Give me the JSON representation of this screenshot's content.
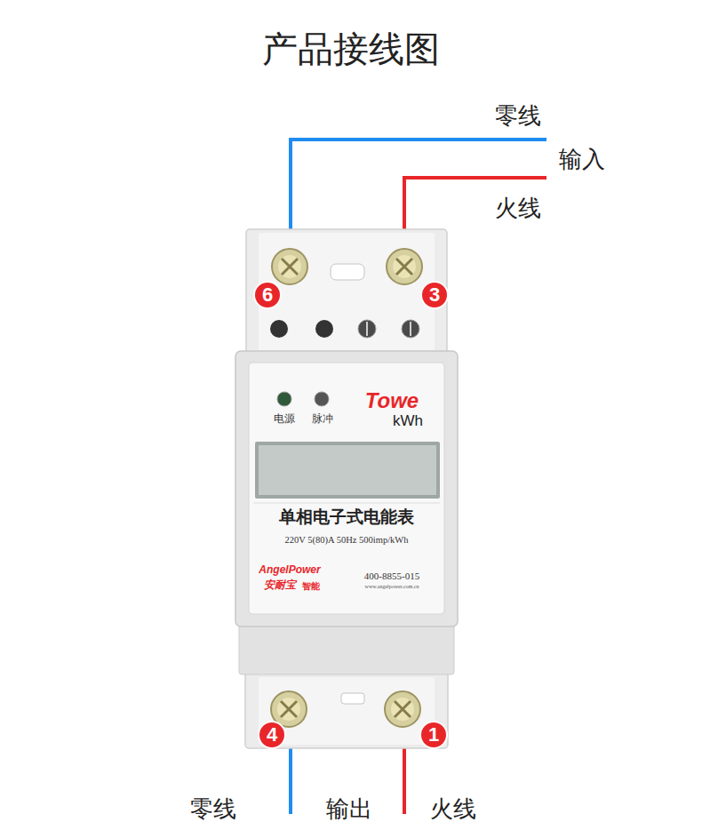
{
  "diagram": {
    "title": "产品接线图",
    "nodes": [
      {
        "text": [
          "电源",
          "脉冲",
          "Towe",
          "kWh",
          "单相电子式电能表",
          "220V 5(80)A 50Hz 500imp/kWh",
          "AngelPower",
          "安耐宝",
          "智能",
          "400-8855-015",
          "www.angelpower.com.cn"
        ]
      },
      {
        "text": [
          "6"
        ],
        "in": 0
      },
      {
        "text": [
          "3"
        ],
        "in": 0
      },
      {
        "text": [
          "4"
        ],
        "in": 0
      },
      {
        "text": [
          "1"
        ],
        "in": 0
      }
    ],
    "labels": [
      "零线",
      "输入",
      "火线",
      "零线",
      "输出",
      "火线"
    ]
  }
}
